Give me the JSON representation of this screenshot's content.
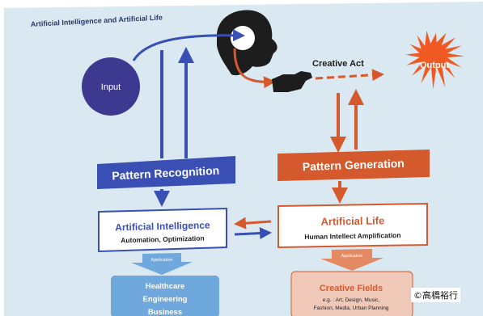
{
  "slide": {
    "title": "Artificial Intelligence and Artificial Life",
    "input_label": "Input",
    "output_label": "Output",
    "creative_act_label": "Creative Act",
    "pattern_recognition_label": "Pattern Recognition",
    "pattern_generation_label": "Pattern Generation",
    "ai_box": {
      "title": "Artificial Intelligence",
      "subtitle": "Automation, Optimization"
    },
    "al_box": {
      "title": "Artificial Life",
      "subtitle": "Human Intellect Amplification"
    },
    "application_label_left": "Application",
    "application_label_right": "Application",
    "fields_left": [
      "Healthcare",
      "Engineering",
      "Business"
    ],
    "creative_fields": {
      "title": "Creative Fields",
      "line1": "e.g. : Art, Design, Music,",
      "line2": "Fashion, Media, Urban Planning"
    },
    "watermark": "©高橋裕行"
  },
  "colors": {
    "background": "#d9e8f1",
    "blue": "#3a4fb3",
    "dark_blue": "#3d3990",
    "orange": "#d45a2d",
    "light_blue": "#6fa8dc",
    "light_orange": "#f0c8b8"
  }
}
